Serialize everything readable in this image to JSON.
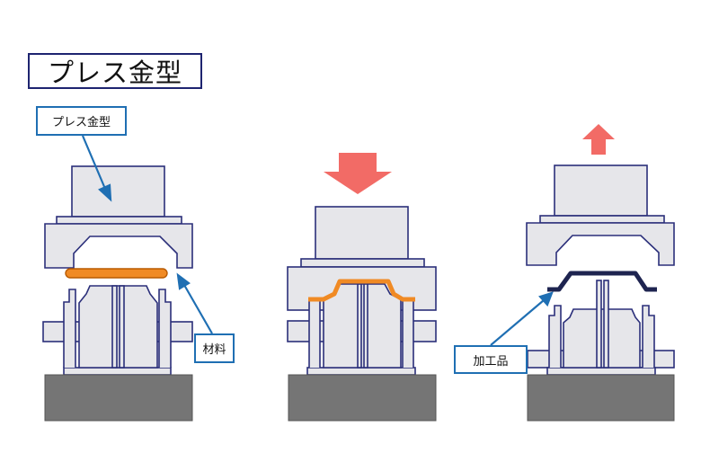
{
  "title": "プレス金型",
  "labels": {
    "die": "プレス金型",
    "material": "材料",
    "product": "加工品"
  },
  "colors": {
    "die_fill": "#e6e6ea",
    "die_stroke": "#2b2f7a",
    "base_fill": "#757575",
    "material": "#f08a24",
    "product": "#1e2450",
    "arrow": "#f26b66",
    "callout_border": "#1f6fb3"
  },
  "stages": [
    "open",
    "pressing",
    "released"
  ],
  "icons": [
    "arrow-down-icon",
    "arrow-up-icon"
  ]
}
